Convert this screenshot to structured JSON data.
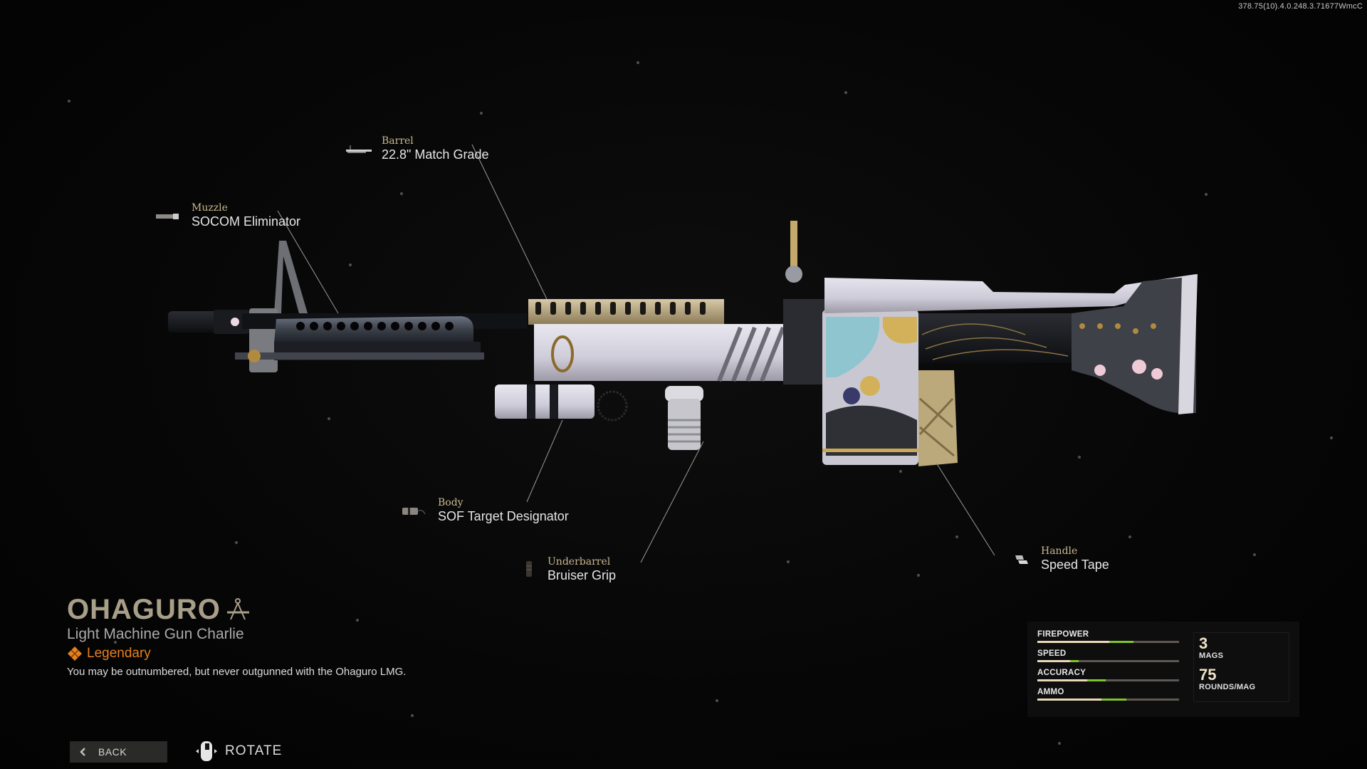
{
  "build_id": "378.75(10).4.0.248.3.71677WmcC",
  "weapon": {
    "name": "OHAGURO",
    "name_icon": "blueprint-compass-icon",
    "type": "Light Machine Gun Charlie",
    "rarity": {
      "label": "Legendary",
      "icon": "legendary-diamond-icon",
      "color": "#e5801d"
    },
    "description": "You may be outnumbered, but never outgunned with the Ohaguro LMG."
  },
  "attachments": [
    {
      "slot": "Barrel",
      "name": "22.8\" Match Grade",
      "icon": "barrel-icon"
    },
    {
      "slot": "Muzzle",
      "name": "SOCOM Eliminator",
      "icon": "muzzle-icon"
    },
    {
      "slot": "Body",
      "name": "SOF Target Designator",
      "icon": "laser-icon"
    },
    {
      "slot": "Underbarrel",
      "name": "Bruiser Grip",
      "icon": "grip-icon"
    },
    {
      "slot": "Handle",
      "name": "Speed Tape",
      "icon": "tape-icon"
    }
  ],
  "stats": {
    "bars": [
      {
        "label": "FIREPOWER",
        "base": 0.51,
        "bonus": 0.68
      },
      {
        "label": "SPEED",
        "base": 0.23,
        "bonus": 0.29
      },
      {
        "label": "ACCURACY",
        "base": 0.35,
        "bonus": 0.48
      },
      {
        "label": "AMMO",
        "base": 0.45,
        "bonus": 0.63
      }
    ],
    "mags_value": "3",
    "mags_label": "MAGS",
    "rounds_value": "75",
    "rounds_label": "ROUNDS/MAG",
    "colors": {
      "base": "#ead8b8",
      "bonus": "#7fc42a",
      "track": "#5d5853"
    }
  },
  "controls": {
    "back_label": "BACK",
    "back_icon": "chevron-left-icon",
    "rotate_label": "ROTATE",
    "rotate_icon": "mouse-icon"
  }
}
